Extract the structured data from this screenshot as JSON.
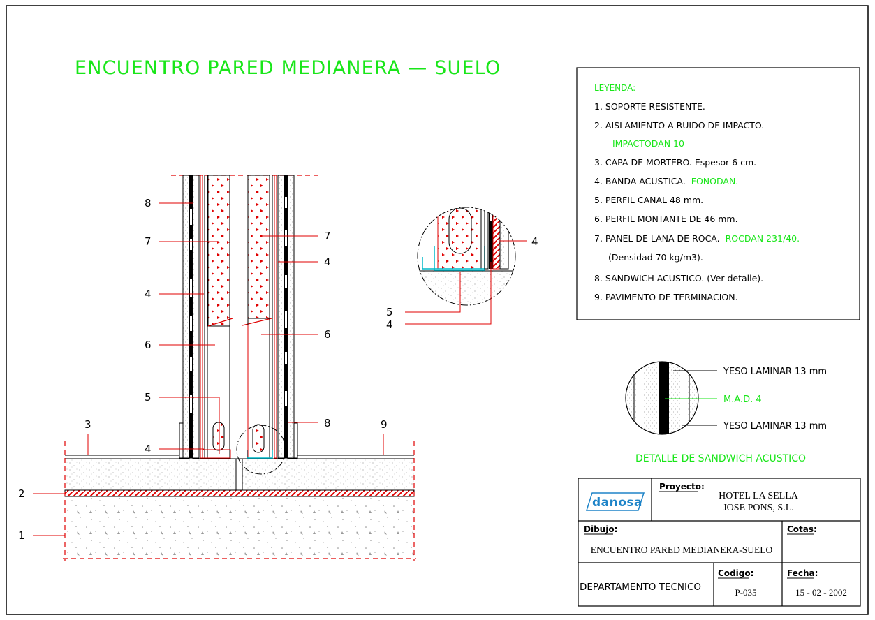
{
  "title": "ENCUENTRO PARED MEDIANERA — SUELO",
  "legend": {
    "heading": "LEYENDA:",
    "items": [
      {
        "text": "1. SOPORTE RESISTENTE.",
        "extra": ""
      },
      {
        "text": "2. AISLAMIENTO A RUIDO DE IMPACTO.",
        "extra": ""
      },
      {
        "text": "",
        "extra": "IMPACTODAN 10"
      },
      {
        "text": "3. CAPA DE MORTERO. Espesor 6 cm.",
        "extra": ""
      },
      {
        "text": "4. BANDA ACUSTICA. ",
        "extra": "FONODAN."
      },
      {
        "text": "5. PERFIL CANAL 48 mm.",
        "extra": ""
      },
      {
        "text": "6. PERFIL MONTANTE DE 46 mm.",
        "extra": ""
      },
      {
        "text": "7. PANEL DE LANA DE ROCA. ",
        "extra": "ROCDAN 231/40."
      },
      {
        "text": "(Densidad 70 kg/m3).",
        "extra": ""
      },
      {
        "text": "8. SANDWICH ACUSTICO. (Ver detalle).",
        "extra": ""
      },
      {
        "text": "9. PAVIMENTO DE TERMINACION.",
        "extra": ""
      }
    ]
  },
  "callouts": {
    "left": [
      "8",
      "7",
      "4",
      "6",
      "5",
      "4",
      "3",
      "2",
      "1"
    ],
    "right": [
      "7",
      "4",
      "6",
      "8",
      "9"
    ],
    "detail": [
      "4",
      "5",
      "4"
    ]
  },
  "sandwich": {
    "top": "YESO LAMINAR 13 mm",
    "middle": "M.A.D. 4",
    "bottom": "YESO LAMINAR 13 mm",
    "caption": "DETALLE DE SANDWICH ACUSTICO"
  },
  "titleblock": {
    "logo": "danosa",
    "proyecto_label": "Proyecto:",
    "proyecto_line1": "HOTEL LA SELLA",
    "proyecto_line2": "JOSE PONS, S.L.",
    "dibujo_label": "Dibujo:",
    "dibujo_value": "ENCUENTRO PARED MEDIANERA-SUELO",
    "cotas_label": "Cotas:",
    "departamento": "DEPARTAMENTO TECNICO",
    "codigo_label": "Codigo:",
    "codigo_value": "P-035",
    "fecha_label": "Fecha:",
    "fecha_value": "15 - 02 - 2002"
  },
  "colors": {
    "green": "#19e619",
    "red": "#e00000",
    "cyan": "#00b8c8",
    "logo_blue": "#1e84c8"
  }
}
